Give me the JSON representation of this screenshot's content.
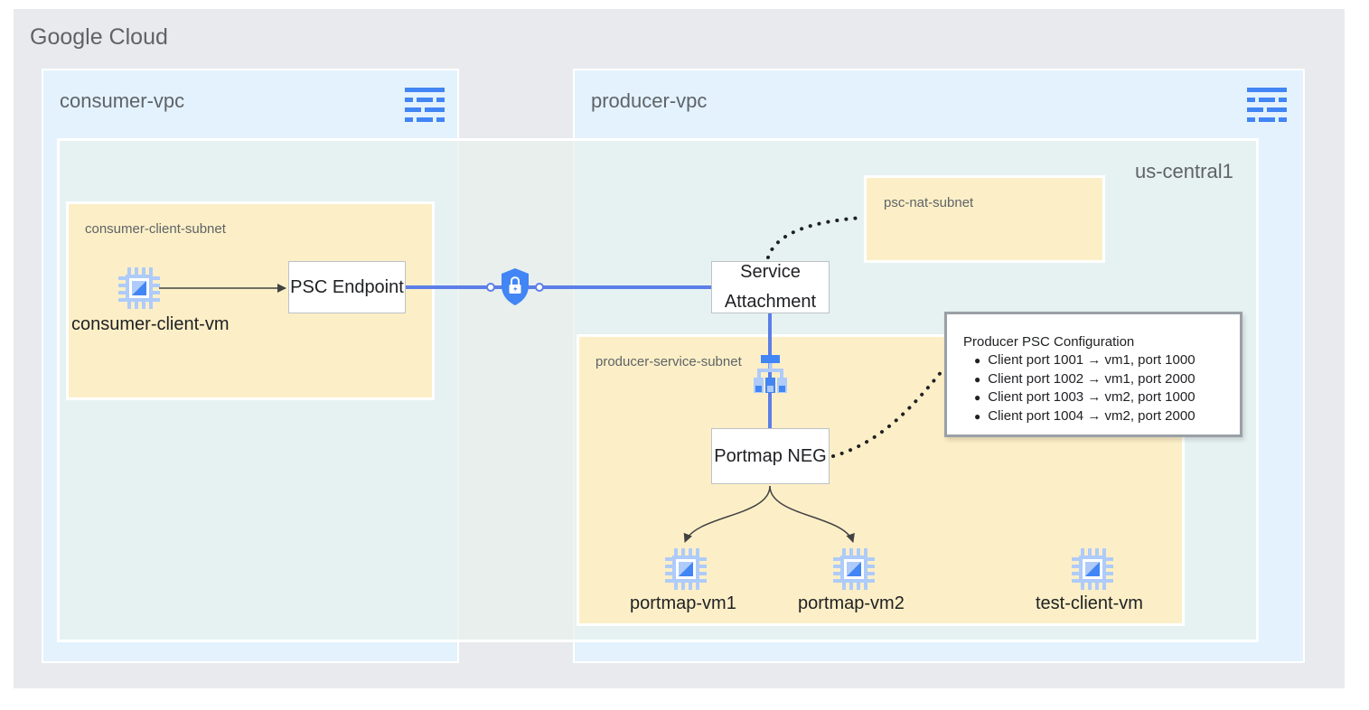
{
  "cloud": {
    "title": "Google Cloud"
  },
  "consumer_vpc": {
    "title": "consumer-vpc",
    "icon": "vpc-network-icon",
    "subnet": {
      "title": "consumer-client-subnet",
      "vm": {
        "label": "consumer-client-vm",
        "icon": "compute-engine-icon"
      },
      "endpoint": {
        "label": "PSC Endpoint"
      }
    }
  },
  "producer_vpc": {
    "title": "producer-vpc",
    "icon": "vpc-network-icon",
    "nat_subnet": {
      "title": "psc-nat-subnet"
    },
    "service_attachment": {
      "label": "Service Attachment"
    },
    "service_subnet": {
      "title": "producer-service-subnet",
      "neg": {
        "label": "Portmap NEG"
      },
      "vms": [
        {
          "label": "portmap-vm1",
          "icon": "compute-engine-icon"
        },
        {
          "label": "portmap-vm2",
          "icon": "compute-engine-icon"
        },
        {
          "label": "test-client-vm",
          "icon": "compute-engine-icon"
        }
      ]
    }
  },
  "region": {
    "title": "us-central1"
  },
  "psc_config": {
    "title": "Producer PSC Configuration",
    "items": [
      "Client port 1001 → vm1, port 1000",
      "Client port 1002 → vm1, port 2000",
      "Client port 1003 → vm2, port 1000",
      "Client port 1004 → vm2, port 2000"
    ]
  },
  "colors": {
    "connector": "#5c7ee8",
    "chip_light": "#aecbfa",
    "chip_dark": "#4285f4",
    "subnet_fill": "#fcefc7",
    "vpc_fill": "#e3f2fd",
    "region_fill": "#e8f1ed",
    "cloud_fill": "#e8eaed",
    "psc_shield": "#4285f4"
  }
}
